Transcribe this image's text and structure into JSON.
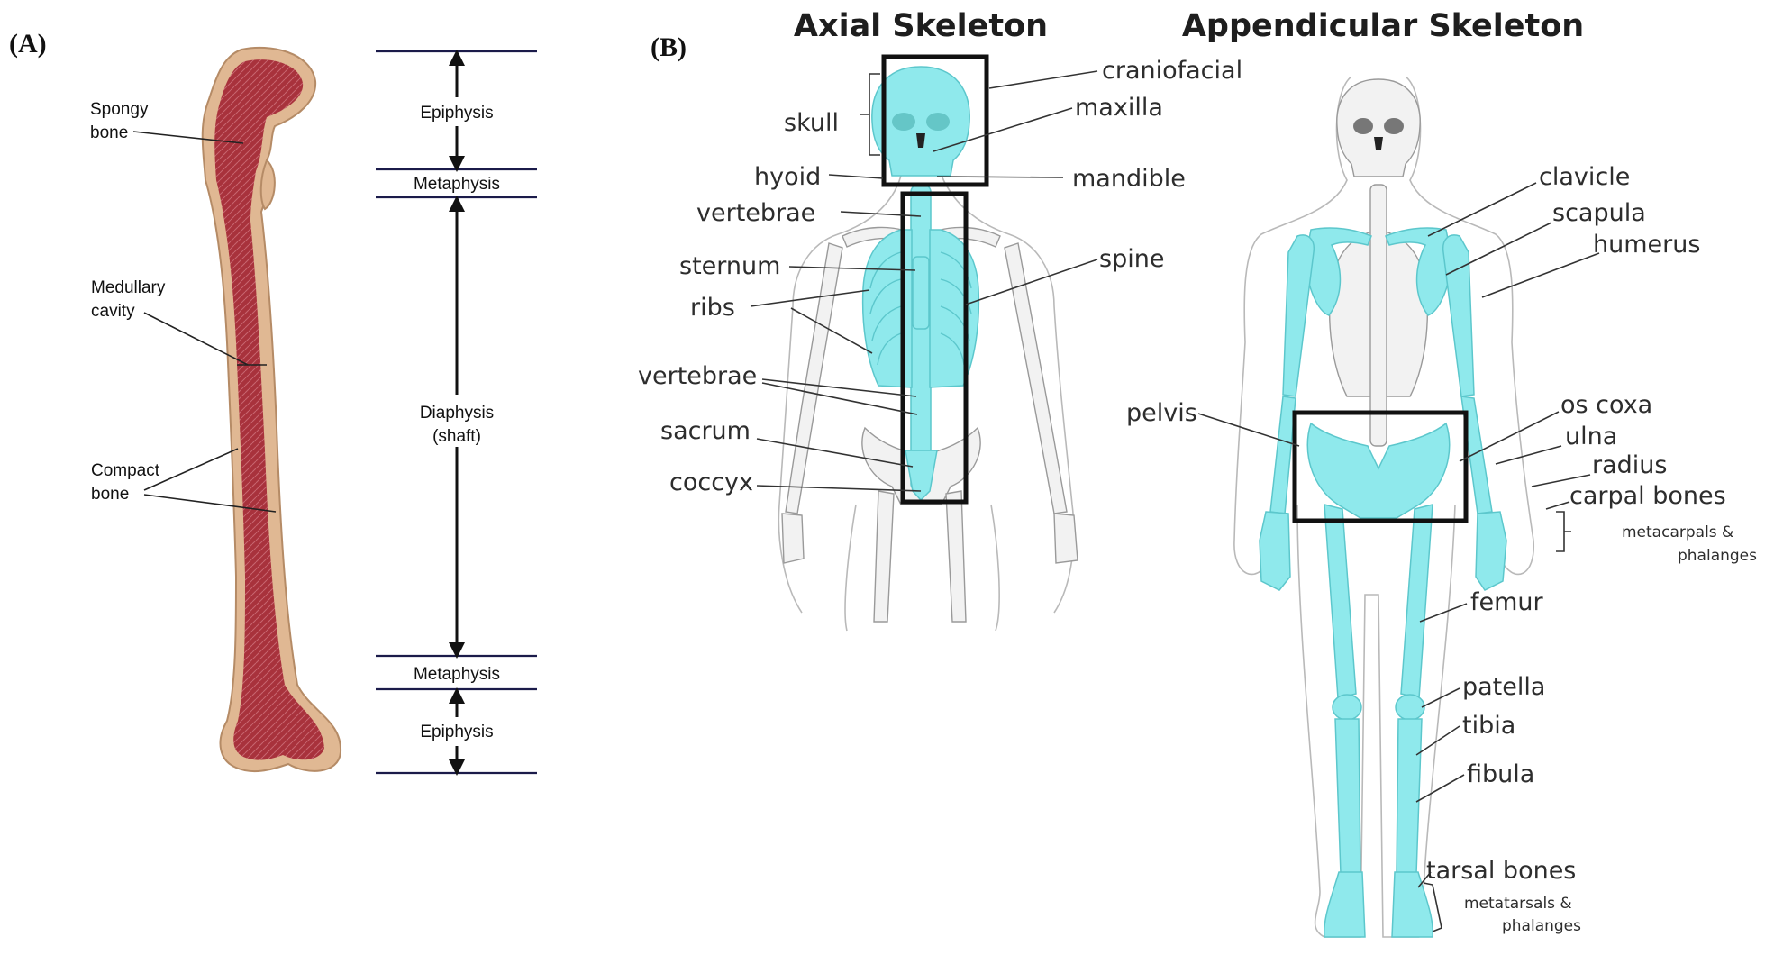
{
  "panel_a": {
    "label": "(A)",
    "bone_labels": {
      "spongy_line1": "Spongy",
      "spongy_line2": "bone",
      "medullary_line1": "Medullary",
      "medullary_line2": "cavity",
      "compact_line1": "Compact",
      "compact_line2": "bone"
    },
    "regions": {
      "epiphysis_top": "Epiphysis",
      "metaphysis_top": "Metaphysis",
      "diaphysis_line1": "Diaphysis",
      "diaphysis_line2": "(shaft)",
      "metaphysis_bottom": "Metaphysis",
      "epiphysis_bottom": "Epiphysis"
    }
  },
  "panel_b": {
    "label": "(B)",
    "axial": {
      "title": "Axial Skeleton",
      "labels": {
        "skull": "skull",
        "hyoid": "hyoid",
        "vertebrae_upper": "vertebrae",
        "sternum": "sternum",
        "ribs": "ribs",
        "vertebrae_lower": "vertebrae",
        "sacrum": "sacrum",
        "coccyx": "coccyx",
        "craniofacial": "craniofacial",
        "maxilla": "maxilla",
        "mandible": "mandible",
        "spine": "spine"
      }
    },
    "appendicular": {
      "title": "Appendicular Skeleton",
      "labels": {
        "clavicle": "clavicle",
        "scapula": "scapula",
        "humerus": "humerus",
        "pelvis": "pelvis",
        "os_coxa": "os coxa",
        "ulna": "ulna",
        "radius": "radius",
        "carpal_bones": "carpal bones",
        "metacarpals_line1": "metacarpals &",
        "metacarpals_line2": "phalanges",
        "femur": "femur",
        "patella": "patella",
        "tibia": "tibia",
        "fibula": "fibula",
        "tarsal_bones": "tarsal bones",
        "metatarsals_line1": "metatarsals &",
        "metatarsals_line2": "phalanges"
      }
    }
  },
  "colors": {
    "highlight": "#8fe9ec",
    "bone_red": "#9c2b34",
    "bone_shell": "#e0b893",
    "rule_navy": "#1b1b4a"
  }
}
